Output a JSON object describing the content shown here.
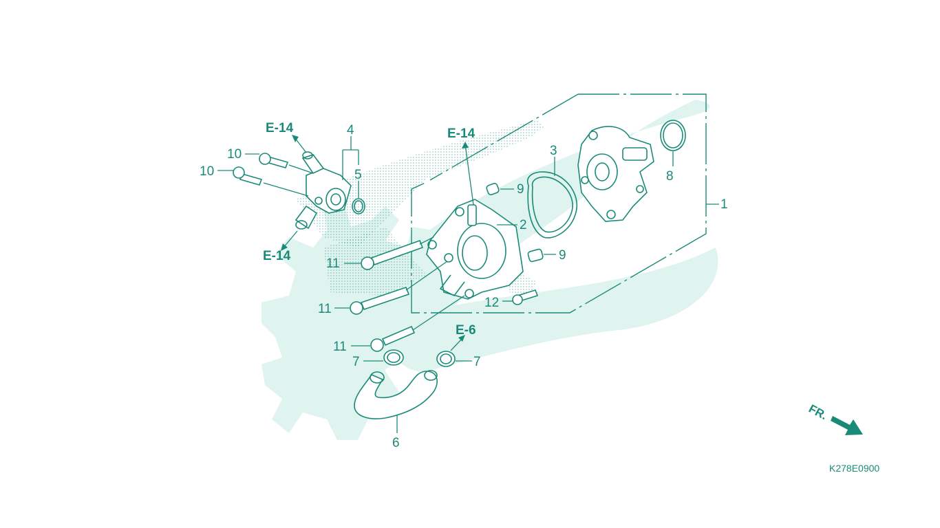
{
  "diagram": {
    "code": "K278E0900",
    "direction_label": "FR.",
    "refs": {
      "e14_top": "E-14",
      "e14_center": "E-14",
      "e14_bottom": "E-14",
      "e6": "E-6"
    },
    "callouts": {
      "c1": "1",
      "c2": "2",
      "c3": "3",
      "c4": "4",
      "c5": "5",
      "c6": "6",
      "c7a": "7",
      "c7b": "7",
      "c8": "8",
      "c9a": "9",
      "c9b": "9",
      "c10a": "10",
      "c10b": "10",
      "c11a": "11",
      "c11b": "11",
      "c11c": "11",
      "c12": "12"
    }
  },
  "colors": {
    "line": "#1a8a78",
    "watermark": "#dff3ef",
    "background": "#ffffff"
  }
}
